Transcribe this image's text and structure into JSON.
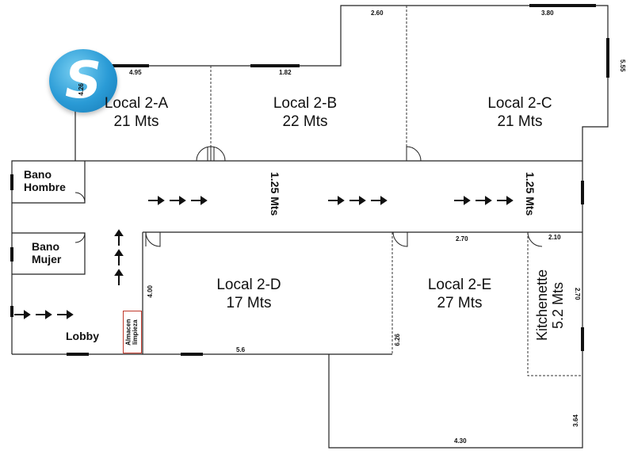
{
  "rooms": {
    "local_2a": {
      "name": "Local 2-A",
      "area": "21 Mts"
    },
    "local_2b": {
      "name": "Local 2-B",
      "area": "22 Mts"
    },
    "local_2c": {
      "name": "Local 2-C",
      "area": "21 Mts"
    },
    "local_2d": {
      "name": "Local 2-D",
      "area": "17 Mts"
    },
    "local_2e": {
      "name": "Local 2-E",
      "area": "27 Mts"
    },
    "kitchenette": {
      "name": "Kitchenette",
      "area": "5.2 Mts"
    },
    "bano_hombre": {
      "name": "Bano Hombre"
    },
    "bano_mujer": {
      "name": "Bano Mujer"
    },
    "lobby": {
      "name": "Lobby"
    },
    "almacen": {
      "name": "Almacen limpieza"
    }
  },
  "hallway": {
    "width_left": "1.25 Mts",
    "width_right": "1.25 Mts"
  },
  "dimensions": {
    "d_495": "4.95",
    "d_182": "1.82",
    "d_260": "2.60",
    "d_380": "3.80",
    "d_555": "5.55",
    "d_426": "4.26",
    "d_270a": "2.70",
    "d_210": "2.10",
    "d_270b": "2.70",
    "d_400": "4.00",
    "d_56": "5.6",
    "d_626": "6.26",
    "d_364": "3.64",
    "d_430": "4.30"
  },
  "logo": {
    "letter": "S",
    "colors": [
      "#7ad0f2",
      "#2a9bd6",
      "#1577b3"
    ]
  },
  "colors": {
    "wall": "#222222",
    "window": "#111111",
    "closet_border": "#c0392b"
  },
  "icons": [
    "direction-arrow-icon",
    "door-swing-icon",
    "logo-icon"
  ]
}
